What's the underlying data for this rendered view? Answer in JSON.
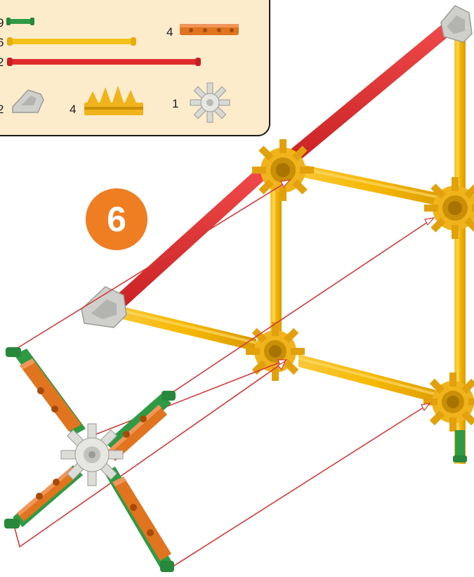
{
  "colors": {
    "red_rod": "#e12a2c",
    "yellow_rod": "#f6b800",
    "green_rod": "#2e9b44",
    "orange_part": "#e0741f",
    "gray_connector": "#cfd0cc",
    "yellow_connector": "#f0b31b",
    "badge": "#ef7d22",
    "guide_line": "#d23a3a",
    "panel_bg": "#fdeccc"
  },
  "parts_list": [
    {
      "count": "9",
      "part": "green-rod"
    },
    {
      "count": "6",
      "part": "yellow-rod"
    },
    {
      "count": "2",
      "part": "red-rod"
    },
    {
      "count": "2",
      "part": "gray-connector"
    },
    {
      "count": "4",
      "part": "yellow-connector"
    },
    {
      "count": "1",
      "part": "white-hub-connector"
    },
    {
      "count": "4",
      "part": "orange-rod"
    }
  ],
  "step": {
    "number": "6"
  }
}
